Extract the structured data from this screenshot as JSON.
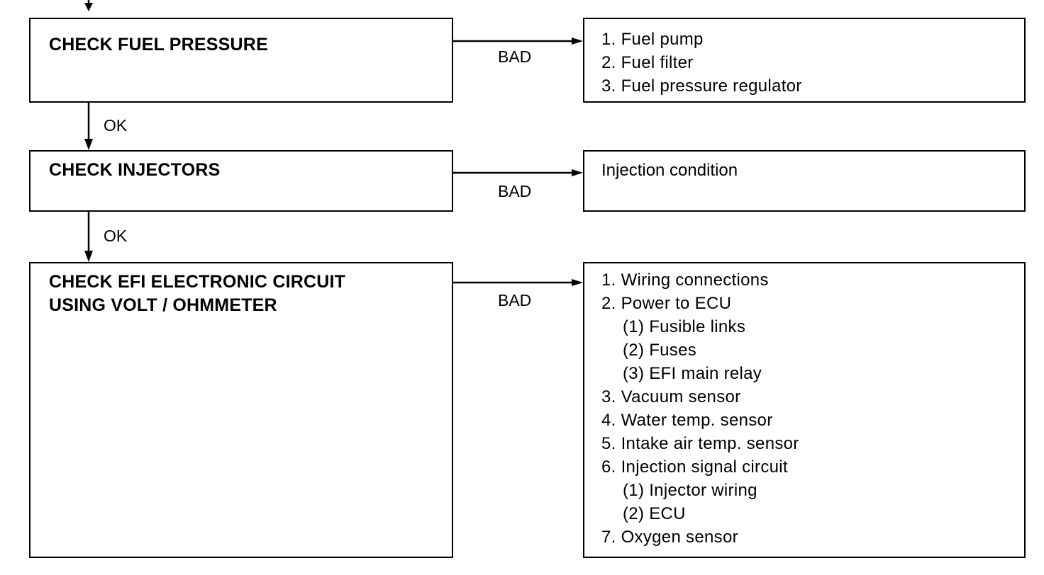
{
  "steps": [
    {
      "title_lines": [
        "CHECK FUEL PRESSURE"
      ],
      "branch_label": "BAD",
      "result_lines": [
        "1. Fuel pump",
        "2. Fuel filter",
        "3. Fuel pressure regulator"
      ],
      "next_label": "OK"
    },
    {
      "title_lines": [
        "CHECK INJECTORS"
      ],
      "branch_label": "BAD",
      "result_lines": [
        "Injection condition"
      ],
      "next_label": "OK"
    },
    {
      "title_lines": [
        "CHECK EFI ELECTRONIC CIRCUIT",
        "USING VOLT / OHMMETER"
      ],
      "branch_label": "BAD",
      "result_lines": [
        "1. Wiring connections",
        "2. Power to ECU",
        "(1)  Fusible links",
        "(2)  Fuses",
        "(3)  EFI main relay",
        "3. Vacuum sensor",
        "4. Water temp. sensor",
        "5. Intake air temp. sensor",
        "6. Injection signal circuit",
        "(1)  Injector wiring",
        "(2)  ECU",
        "7. Oxygen sensor"
      ]
    }
  ],
  "colors": {
    "line": "#000000",
    "background": "#ffffff"
  }
}
